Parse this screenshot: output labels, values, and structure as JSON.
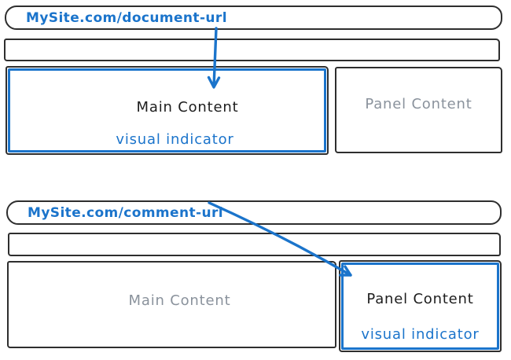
{
  "colors": {
    "accent_blue": "#1b74cb",
    "stroke_dark": "#2e2e2e",
    "muted_gray": "#8a929c",
    "background": "#ffffff"
  },
  "top_diagram": {
    "url": "MySite.com/document-url",
    "main_content_label": "Main Content",
    "main_indicator_label": "visual indicator",
    "panel_content_label": "Panel Content"
  },
  "bottom_diagram": {
    "url": "MySite.com/comment-url",
    "main_content_label": "Main Content",
    "panel_content_label": "Panel Content",
    "panel_indicator_label": "visual indicator"
  }
}
